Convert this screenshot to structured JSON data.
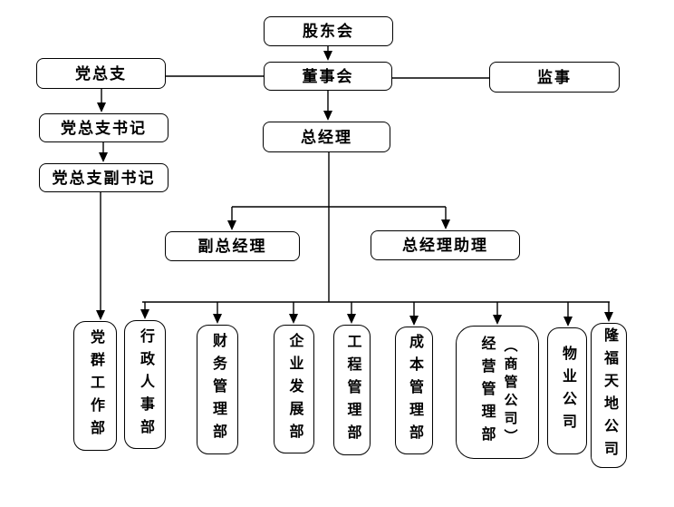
{
  "diagram": {
    "type": "org-chart",
    "background_color": "#ffffff",
    "line_color": "#000000",
    "box_border_color": "#000000",
    "box_fill_color": "#ffffff",
    "text_color": "#000000"
  },
  "nodes": {
    "shareholders": {
      "label": "股东会"
    },
    "board": {
      "label": "董事会"
    },
    "party_branch": {
      "label": "党总支"
    },
    "supervisor": {
      "label": "监事"
    },
    "party_secretary": {
      "label": "党总支书记"
    },
    "deputy_party_secretary": {
      "label": "党总支副书记"
    },
    "general_manager": {
      "label": "总经理"
    },
    "deputy_general_manager": {
      "label": "副总经理"
    },
    "gm_assistant": {
      "label": "总经理助理"
    }
  },
  "departments": [
    {
      "label": "党群工作部"
    },
    {
      "label": "行政人事部"
    },
    {
      "label": "财务管理部"
    },
    {
      "label": "企业发展部"
    },
    {
      "label": "工程管理部"
    },
    {
      "label": "成本管理部"
    },
    {
      "label": "经营管理部",
      "sublabel": "（商管公司）"
    },
    {
      "label": "物业公司"
    },
    {
      "label": "隆福天地公司"
    }
  ]
}
